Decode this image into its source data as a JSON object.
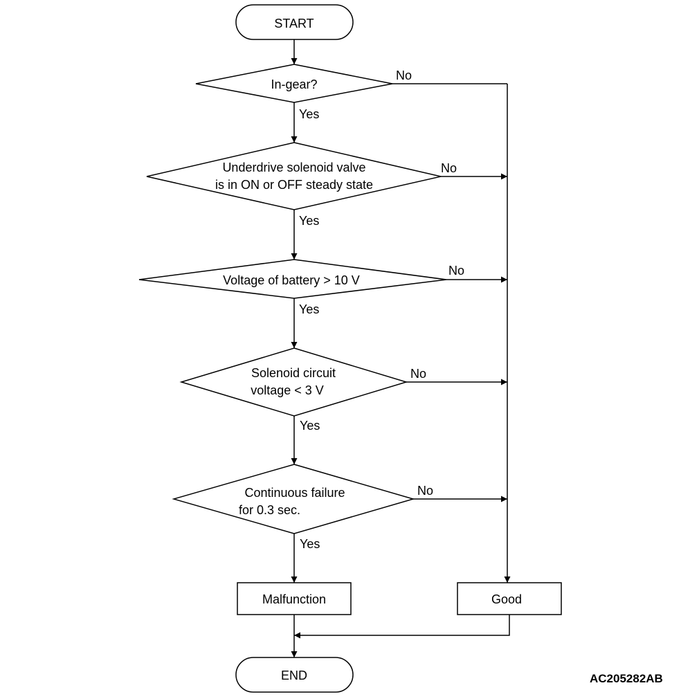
{
  "flowchart": {
    "start": "START",
    "end": "END",
    "decisions": [
      {
        "lines": [
          "In-gear?"
        ],
        "yes": "Yes",
        "no": "No"
      },
      {
        "lines": [
          "Underdrive solenoid valve",
          "is in ON or OFF steady state"
        ],
        "yes": "Yes",
        "no": "No"
      },
      {
        "lines": [
          "Voltage of battery > 10 V"
        ],
        "yes": "Yes",
        "no": "No"
      },
      {
        "lines": [
          "Solenoid circuit",
          "voltage < 3 V"
        ],
        "yes": "Yes",
        "no": "No"
      },
      {
        "lines": [
          "Continuous failure",
          "for 0.3 sec."
        ],
        "yes": "Yes",
        "no": "No"
      }
    ],
    "malfunction": "Malfunction",
    "good": "Good"
  },
  "figure_code": "AC205282AB"
}
